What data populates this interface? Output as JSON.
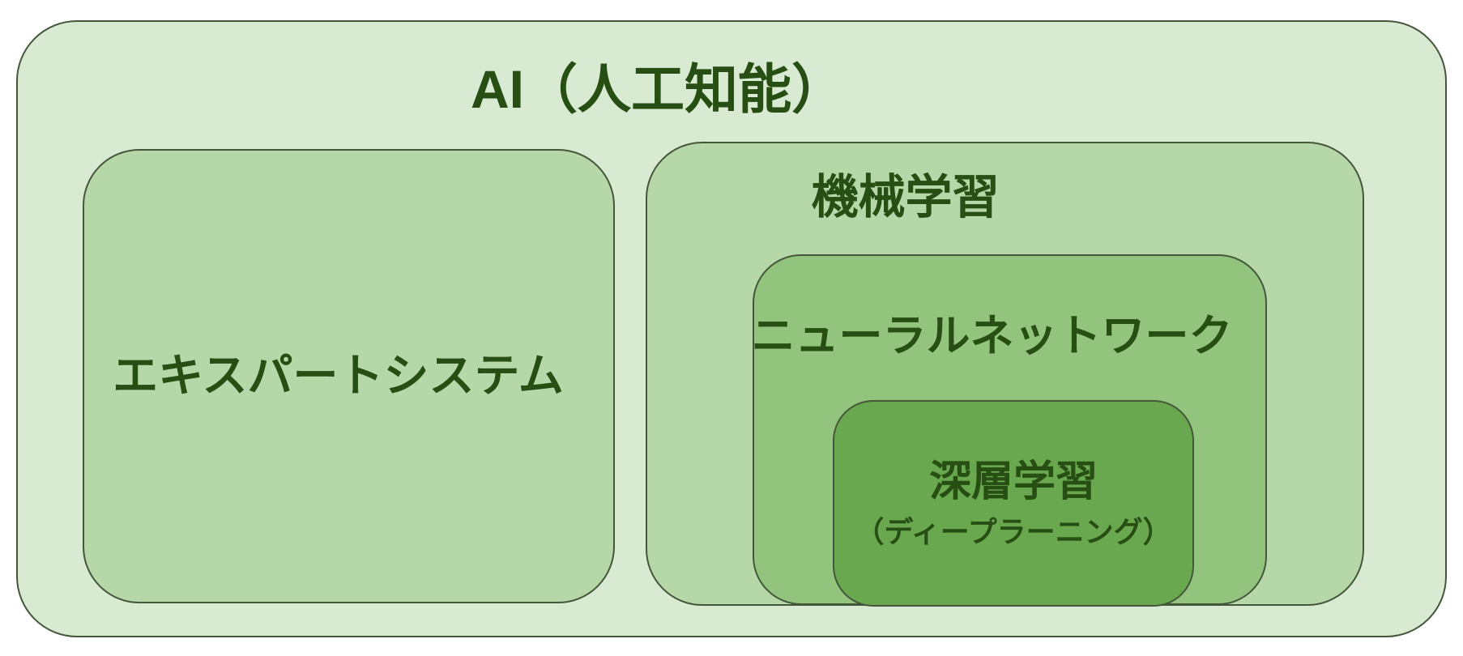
{
  "diagram": {
    "type": "nested-containment-diagram",
    "title": "AI（人工知能）",
    "nodes": {
      "ai": {
        "label": "AI（人工知能）",
        "level": 1,
        "background": "#d9ead3"
      },
      "expert_system": {
        "label": "エキスパートシステム",
        "level": 2,
        "parent": "ai",
        "background": "#b6d7a8"
      },
      "machine_learning": {
        "label": "機械学習",
        "level": 2,
        "parent": "ai",
        "background": "#b6d7a8"
      },
      "neural_network": {
        "label": "ニューラルネットワーク",
        "level": 3,
        "parent": "machine_learning",
        "background": "#93c47d"
      },
      "deep_learning": {
        "label": "深層学習",
        "sublabel": "（ディープラーニング）",
        "level": 4,
        "parent": "neural_network",
        "background": "#6aa84f"
      }
    },
    "colors": {
      "page_background": "#ffffff",
      "level1_fill": "#d9ead3",
      "level2_fill": "#b6d7a8",
      "level3_fill": "#93c47d",
      "level4_fill": "#6aa84f",
      "border": "#44573b",
      "text": "#274e13"
    }
  }
}
